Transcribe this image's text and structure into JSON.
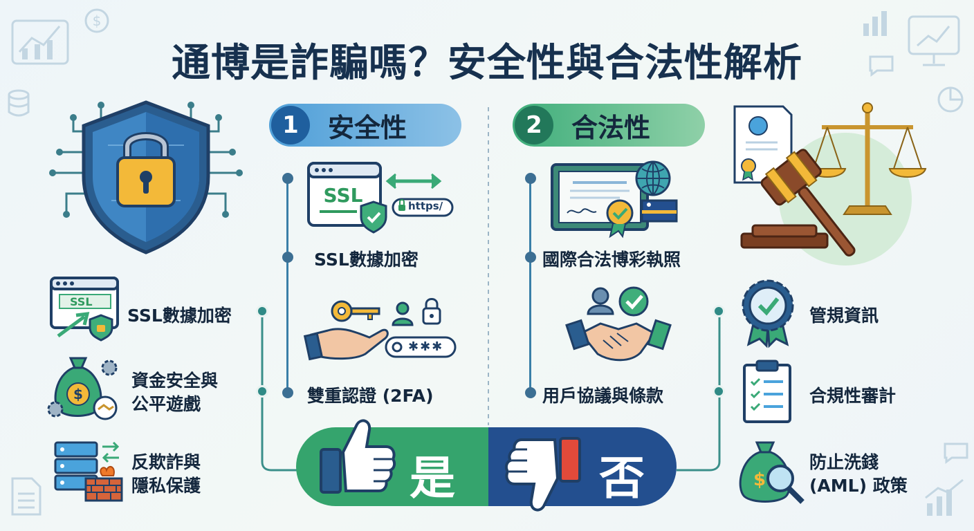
{
  "title": "通博是詐騙嗎？安全性與合法性解析",
  "colors": {
    "title": "#17314f",
    "safety_blue": "#4aa3dc",
    "legal_green": "#3aa977",
    "yes_green": "#35a46d",
    "no_blue": "#234f8f"
  },
  "safety": {
    "number": "1",
    "label": "安全性",
    "items": [
      {
        "label": "SSL數據加密",
        "icon": "ssl-browser-icon"
      },
      {
        "label": "雙重認證 (2FA)",
        "icon": "key-hand-icon"
      }
    ],
    "ssl_badge": "SSL",
    "https_badge": "https/",
    "password_mask": "✱✱✱"
  },
  "legality": {
    "number": "2",
    "label": "合法性",
    "items": [
      {
        "label": "國際合法博彩執照",
        "icon": "license-certificate-icon"
      },
      {
        "label": "用戶協議與條款",
        "icon": "handshake-icon"
      }
    ]
  },
  "left_features": [
    {
      "label": "SSL數據加密",
      "icon": "ssl-window-icon",
      "badge": "SSL"
    },
    {
      "label": "資金安全與\n公平遊戲",
      "icon": "money-bag-gear-icon"
    },
    {
      "label": "反欺詐與\n隱私保護",
      "icon": "server-firewall-icon"
    }
  ],
  "right_features": [
    {
      "label": "管規資訊",
      "icon": "check-medal-icon"
    },
    {
      "label": "合規性審計",
      "icon": "checklist-clipboard-icon"
    },
    {
      "label": "防止洗錢\n(AML) 政策",
      "icon": "money-bag-magnifier-icon"
    }
  ],
  "verdict": {
    "yes": "是",
    "no": "否"
  }
}
